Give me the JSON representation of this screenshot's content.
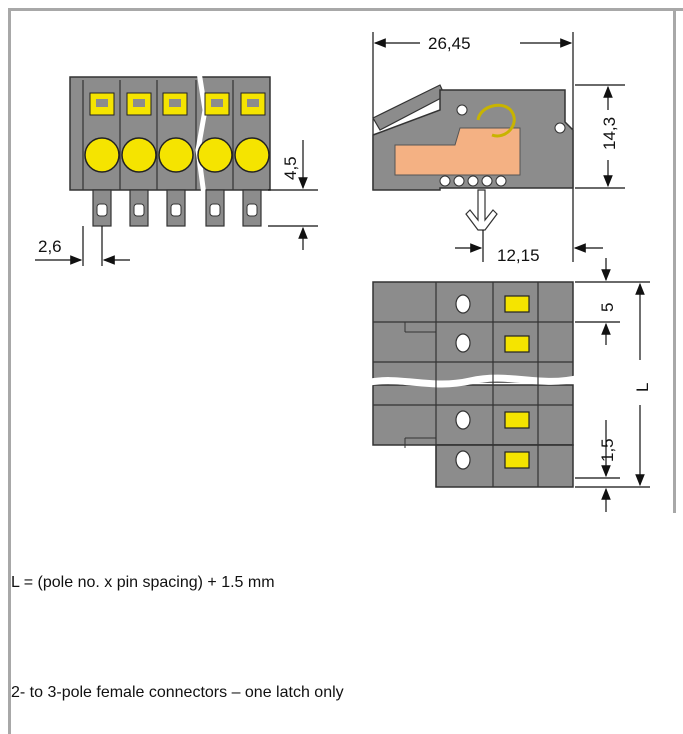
{
  "dimensions": {
    "overall_width": "26,45",
    "height": "14,3",
    "front_depth": "12,15",
    "pitch": "2,6",
    "pin_height": "4,5",
    "pin_spacing_top": "5",
    "end_spacing": "1,5",
    "length": "L"
  },
  "notes": {
    "formula": "L = (pole no. x pin spacing) + 1.5 mm",
    "latch_note": "2- to 3-pole female connectors – one latch only"
  },
  "colors": {
    "housing": "#8c8c8c",
    "housing_dark": "#6e6e6e",
    "button": "#f5e400",
    "contact": "#f4b183",
    "frame": "#a8a8a8"
  }
}
